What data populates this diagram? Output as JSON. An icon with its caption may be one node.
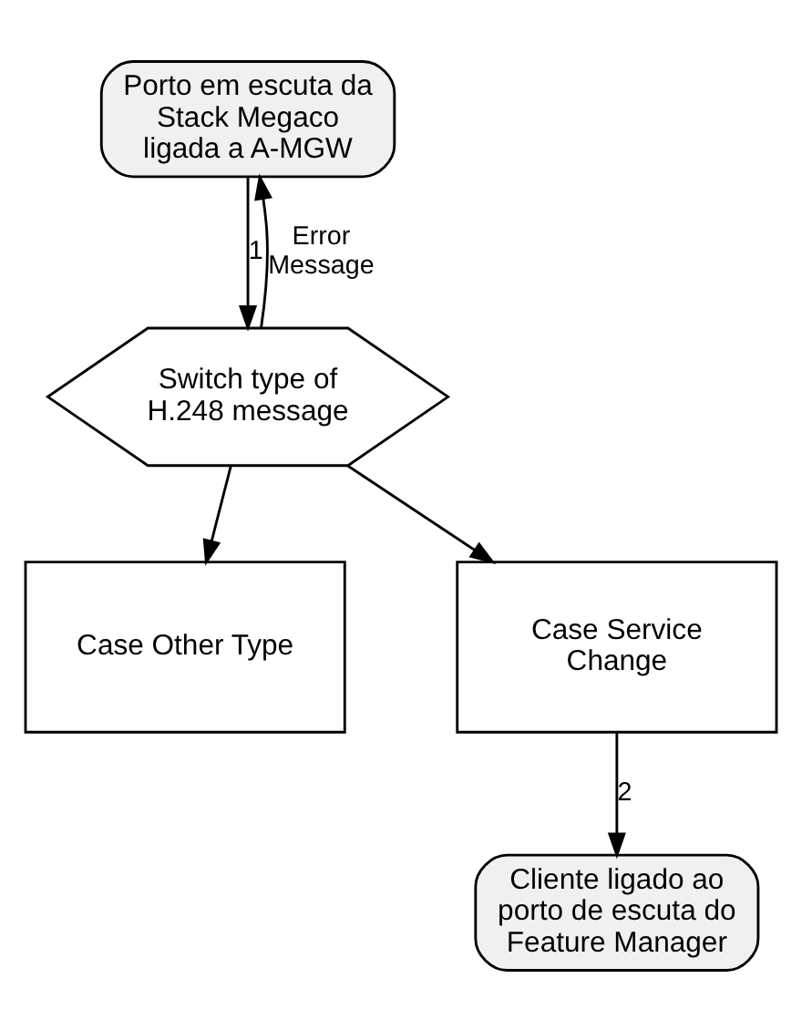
{
  "diagram": {
    "nodes": [
      {
        "text": [
          "Porto em escuta da Stack Megaco ligada a A-MGW"
        ]
      },
      {
        "text": [
          "Switch type of H.248 message"
        ]
      },
      {
        "text": [
          "Case Other Type"
        ]
      },
      {
        "text": [
          "Case Service Change"
        ]
      },
      {
        "text": [
          "Cliente ligado ao porto de escuta do Feature Manager"
        ]
      }
    ],
    "edges": [
      {
        "from": 0,
        "to": 1,
        "arrow": "to",
        "label": "1"
      },
      {
        "from": 1,
        "to": 0,
        "arrow": "to",
        "label": "Error Message"
      },
      {
        "from": 1,
        "to": 2,
        "arrow": "to"
      },
      {
        "from": 1,
        "to": 3,
        "arrow": "to"
      },
      {
        "from": 3,
        "to": 4,
        "arrow": "to",
        "label": "2"
      }
    ]
  }
}
